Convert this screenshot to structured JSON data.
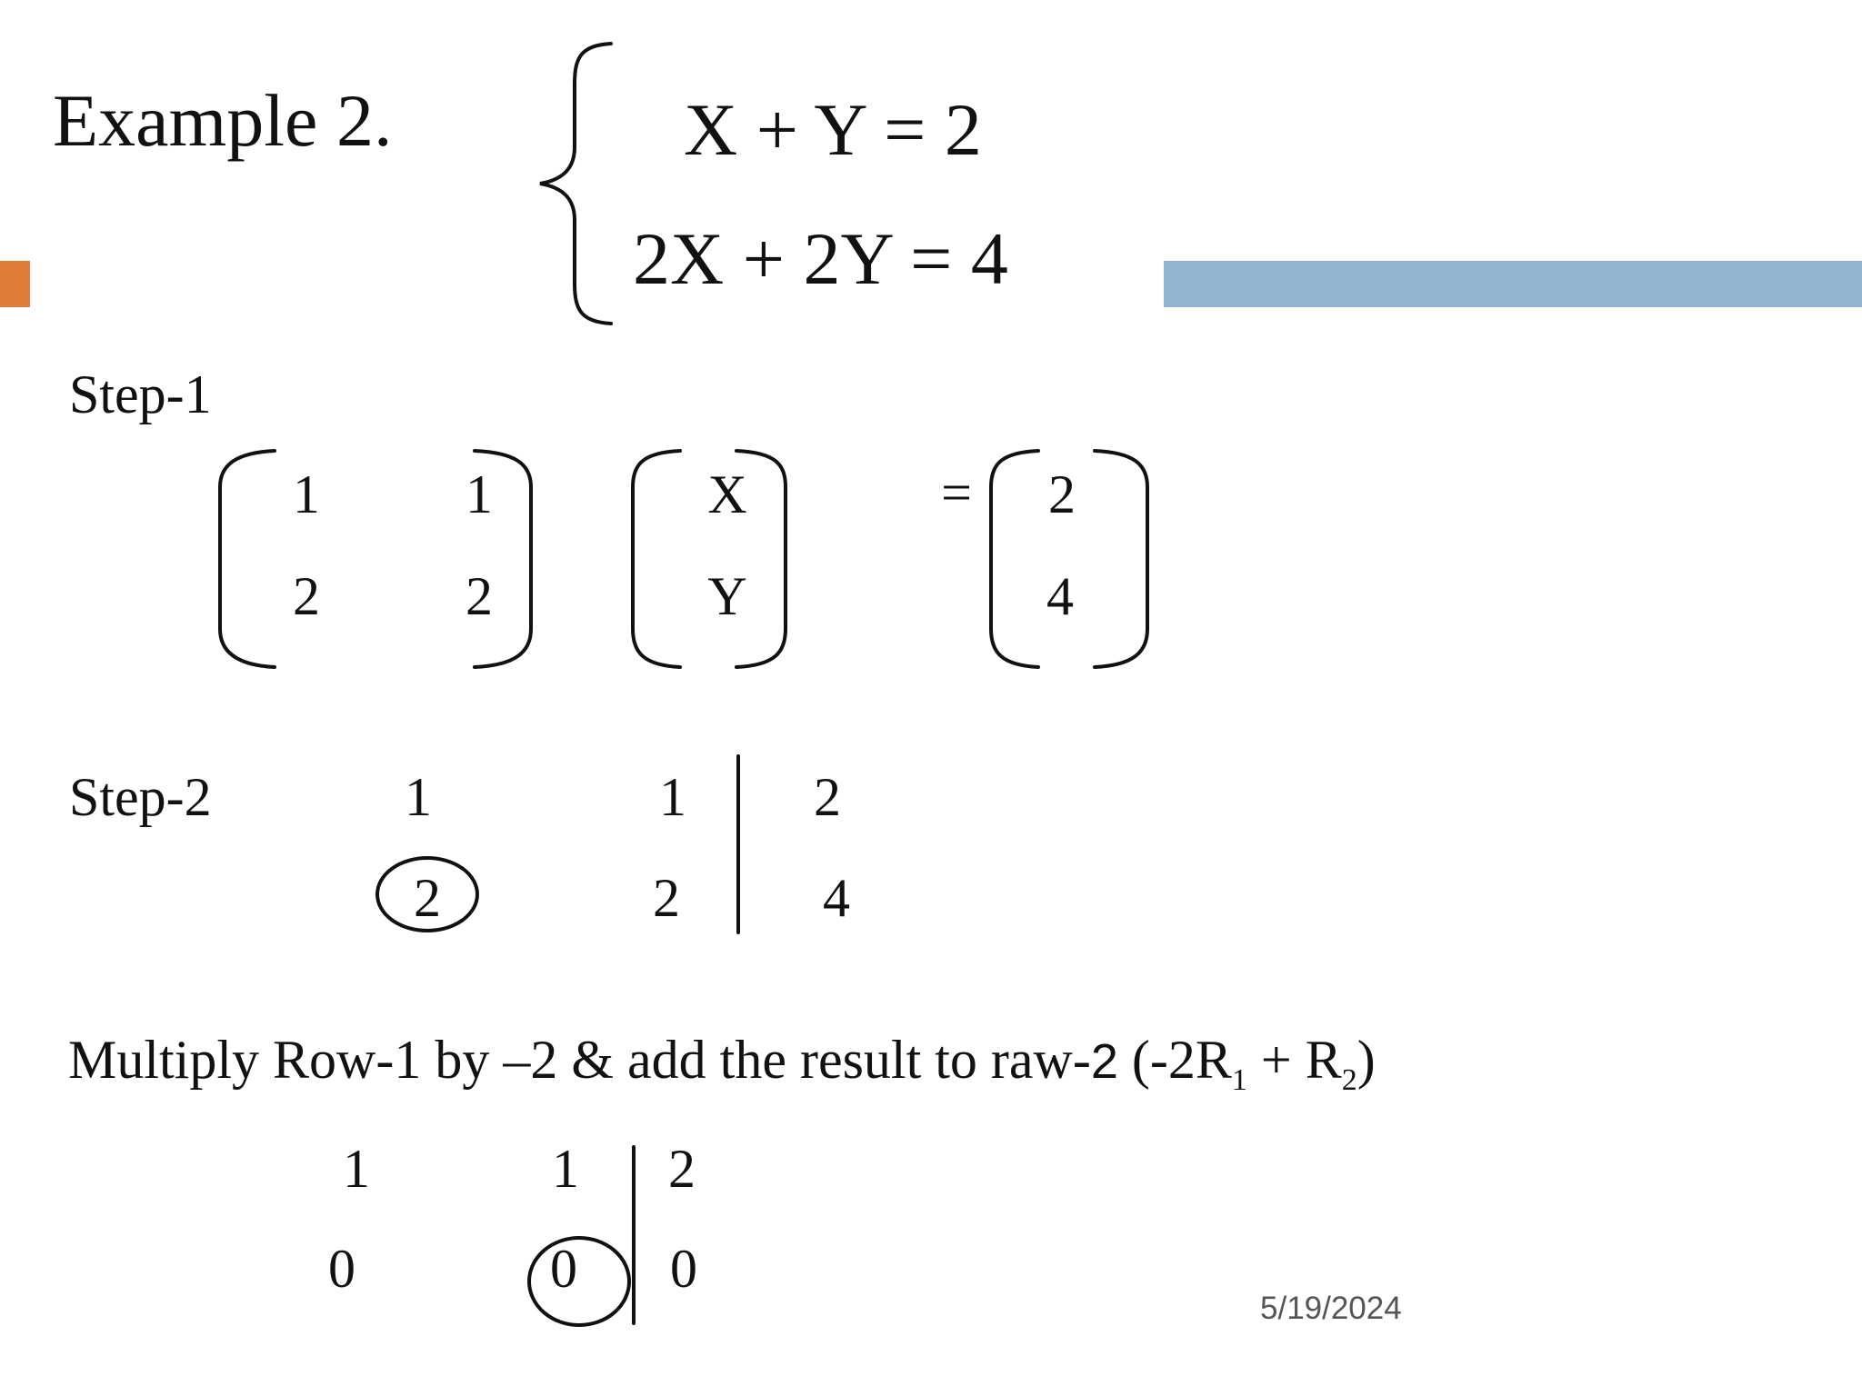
{
  "slide": {
    "title": "Example 2.",
    "system": {
      "eq1": "X + Y = 2",
      "eq2": "2X + 2Y = 4"
    },
    "step1": {
      "label": "Step-1",
      "coefficient_matrix": [
        [
          "1",
          "1"
        ],
        [
          "2",
          "2"
        ]
      ],
      "variables": [
        "X",
        "Y"
      ],
      "equals": "=",
      "constants": [
        "2",
        "4"
      ]
    },
    "step2": {
      "label": "Step-2",
      "augmented": [
        [
          "1",
          "1",
          "2"
        ],
        [
          "2",
          "2",
          "4"
        ]
      ]
    },
    "instruction": {
      "text": "Multiply Row-1 by –2 & add the result to raw-",
      "text_num": "2",
      "op_open": " (-2R",
      "sub1": "1",
      "op_plus": " + R",
      "sub2": "2",
      "op_close": ")"
    },
    "result": {
      "augmented": [
        [
          "1",
          "1",
          "2"
        ],
        [
          "0",
          "0",
          "0"
        ]
      ]
    },
    "footer": {
      "date": "5/19/2024"
    },
    "colors": {
      "accent_orange": "#E07B39",
      "accent_blue": "#93B4D1"
    }
  }
}
